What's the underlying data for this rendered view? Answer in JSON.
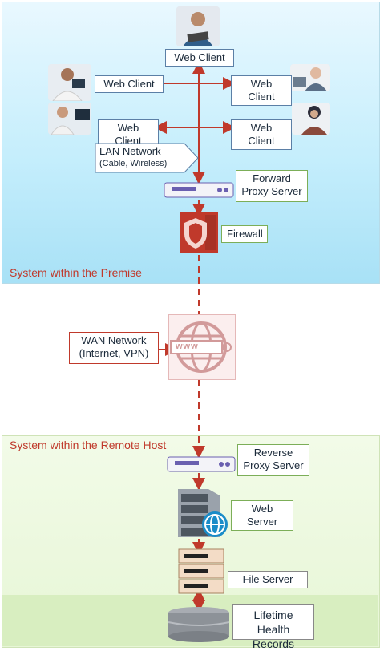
{
  "zones": {
    "premise_label": "System within the Premise",
    "remote_label": "System within the Remote Host"
  },
  "clients": {
    "top": "Web Client",
    "left_upper": "Web Client",
    "right_upper": "Web Client",
    "left_lower": "Web Client",
    "right_lower": "Web Client"
  },
  "lan": {
    "line1": "LAN Network",
    "line2": "(Cable, Wireless)"
  },
  "forward_proxy": {
    "line1": "Forward",
    "line2": "Proxy Server"
  },
  "firewall": {
    "label": "Firewall"
  },
  "wan": {
    "line1": "WAN Network",
    "line2": "(Internet, VPN)",
    "www_text": "www"
  },
  "reverse_proxy": {
    "line1": "Reverse",
    "line2": "Proxy Server"
  },
  "web_server": {
    "label": "Web Server"
  },
  "file_server": {
    "label": "File Server"
  },
  "records": {
    "line1": "Lifetime Health",
    "line2": "Records"
  },
  "colors": {
    "connector_red": "#c0392b",
    "label_border_blue": "#5b7fa6",
    "label_border_green": "#7cae58",
    "premise_fill": "#bfeafa",
    "remote_fill": "#e7f6d6"
  },
  "icons": [
    "person-icon",
    "proxy-server-icon",
    "firewall-icon",
    "globe-icon",
    "web-server-icon",
    "file-server-icon",
    "database-icon"
  ]
}
